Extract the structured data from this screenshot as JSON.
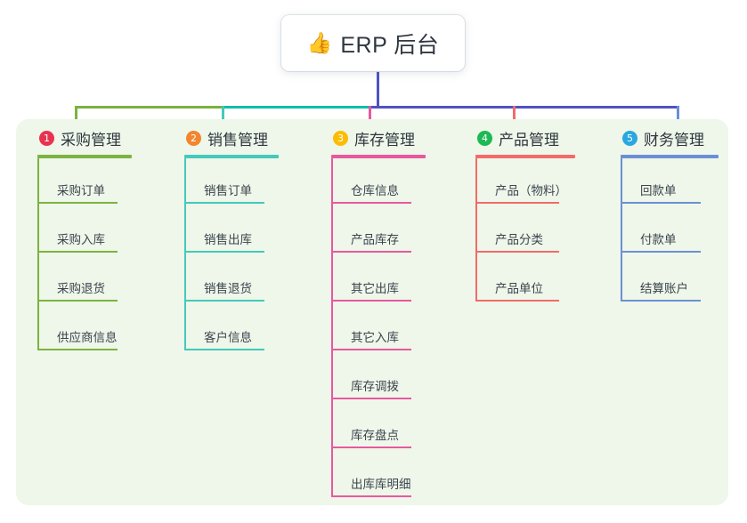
{
  "root": {
    "icon": "thumbs-up-icon",
    "emoji": "👍",
    "title": "ERP 后台"
  },
  "theme": {
    "canvas_bg": "#ffffff",
    "panel_bg": "#eef7e9",
    "card_bg": "#ffffff",
    "text": "#2f3640",
    "item_text": "#3d4450",
    "trunk_color": "#4f52c4"
  },
  "connector": {
    "segments": [
      {
        "name": "segment-purchase",
        "color": "#79b23c"
      },
      {
        "name": "segment-sales",
        "color": "#10bfa5"
      },
      {
        "name": "segment-right",
        "color": "#4f52c4"
      }
    ]
  },
  "columns": [
    {
      "number": "1",
      "title": "采购管理",
      "badge_color": "#e8334f",
      "line_color": "#7cb342",
      "items": [
        "采购订单",
        "采购入库",
        "采购退货",
        "供应商信息"
      ]
    },
    {
      "number": "2",
      "title": "销售管理",
      "badge_color": "#f2852e",
      "line_color": "#45c9bb",
      "items": [
        "销售订单",
        "销售出库",
        "销售退货",
        "客户信息"
      ]
    },
    {
      "number": "3",
      "title": "库存管理",
      "badge_color": "#fbbc05",
      "line_color": "#e8589f",
      "items": [
        "仓库信息",
        "产品库存",
        "其它出库",
        "其它入库",
        "库存调拨",
        "库存盘点",
        "出库库明细"
      ]
    },
    {
      "number": "4",
      "title": "产品管理",
      "badge_color": "#1db954",
      "line_color": "#f26b6b",
      "items": [
        "产品（物料）",
        "产品分类",
        "产品单位"
      ]
    },
    {
      "number": "5",
      "title": "财务管理",
      "badge_color": "#29a7e1",
      "line_color": "#6b8fd6",
      "items": [
        "回款单",
        "付款单",
        "结算账户"
      ]
    }
  ]
}
